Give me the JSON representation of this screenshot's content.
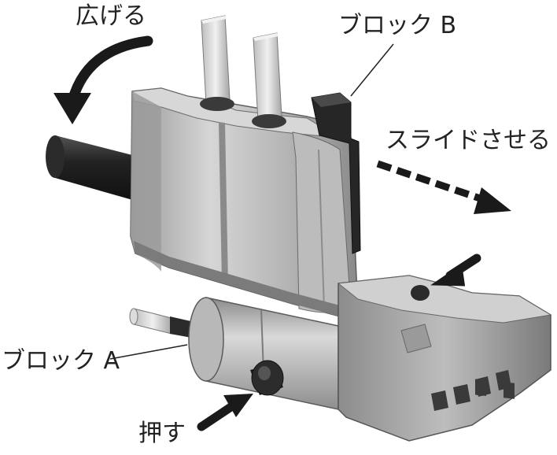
{
  "labels": {
    "spread": "広げる",
    "block_b": "ブロック B",
    "slide": "スライドさせる",
    "block_a": "ブロック A",
    "push": "押す"
  },
  "colors": {
    "background": "#ffffff",
    "text": "#222222",
    "arrow": "#1a1a1a",
    "body_light": "#cfcfcf",
    "body_mid": "#a9a9a9",
    "body_dark": "#7e7e7e",
    "black_part": "#2a2a2a"
  },
  "icons": {
    "rotate_arrow": "curved-arrow-icon",
    "slide_arrow": "dashed-arrow-icon",
    "push_arrow": "arrow-icon"
  }
}
